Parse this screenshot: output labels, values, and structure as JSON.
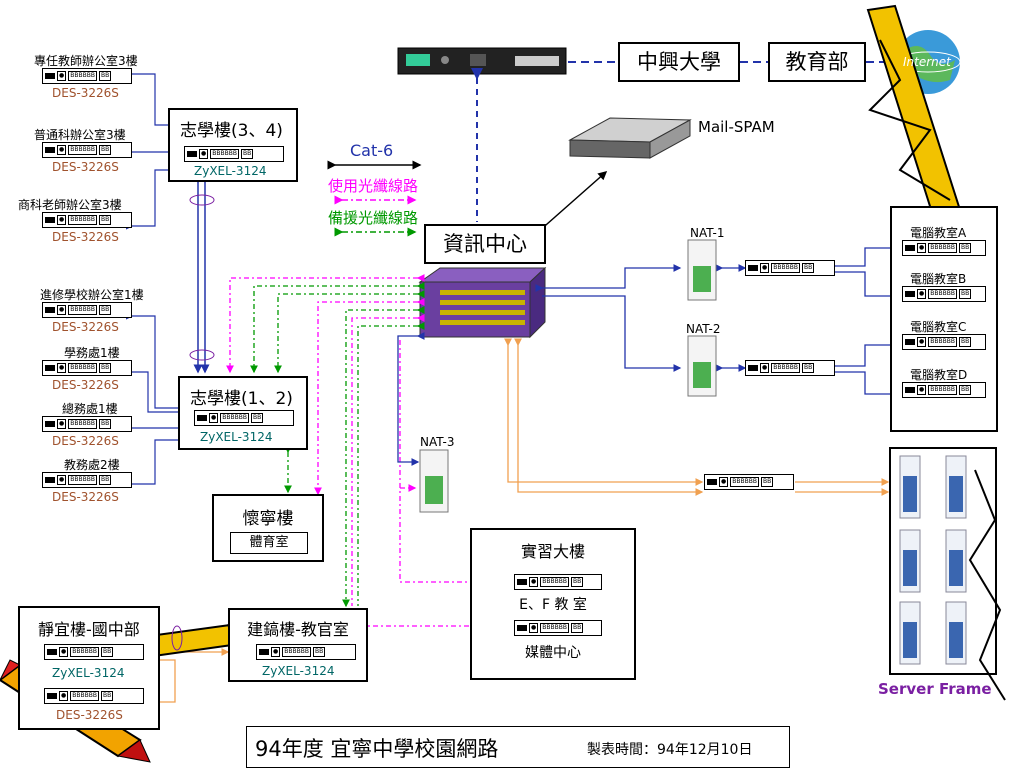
{
  "footer": {
    "title": "94年度 宜寧中學校園網路",
    "made": "製表時間：94年12月10日"
  },
  "top": {
    "univ": "中興大學",
    "moe": "教育部",
    "internet": "Internet",
    "mailspam": "Mail-SPAM"
  },
  "center": {
    "title": "資訊中心"
  },
  "legend": {
    "cat6": "Cat-6",
    "fiber": "使用光纖線路",
    "backup": "備援光纖線路"
  },
  "left": {
    "items": [
      {
        "room": "專任教師辦公室3樓",
        "model": "DES-3226S"
      },
      {
        "room": "普通科辦公室3樓",
        "model": "DES-3226S"
      },
      {
        "room": "商科老師辦公室3樓",
        "model": "DES-3226S"
      },
      {
        "room": "進修學校辦公室1樓",
        "model": "DES-3226S"
      },
      {
        "room": "學務處1樓",
        "model": "DES-3226S"
      },
      {
        "room": "總務處1樓",
        "model": "DES-3226S"
      },
      {
        "room": "教務處2樓",
        "model": "DES-3226S"
      }
    ]
  },
  "buildings": {
    "zhi34": {
      "title": "志學樓(3、4)",
      "model": "ZyXEL-3124"
    },
    "zhi12": {
      "title": "志學樓(1、2)",
      "model": "ZyXEL-3124"
    },
    "huaining": {
      "title": "懷寧樓",
      "sub": "體育室"
    },
    "jianhao": {
      "title": "建鎬樓-教官室",
      "model": "ZyXEL-3124"
    },
    "jingyi": {
      "title": "靜宜樓-國中部",
      "model": "ZyXEL-3124",
      "model2": "DES-3226S"
    },
    "shixi": {
      "title": "實習大樓",
      "room1": "E、F 教 室",
      "room2": "媒體中心"
    }
  },
  "nat": {
    "nat1": "NAT-1",
    "nat2": "NAT-2",
    "nat3": "NAT-3"
  },
  "labs": {
    "items": [
      "電腦教室A",
      "電腦教室B",
      "電腦教室C",
      "電腦教室D"
    ]
  },
  "server": {
    "label": "Server Frame"
  },
  "colors": {
    "blue": "#2233aa",
    "magenta": "#ff00ff",
    "green": "#009900",
    "orange": "#f0a050",
    "purple": "#7a1fa2",
    "brown": "#a0522d"
  }
}
